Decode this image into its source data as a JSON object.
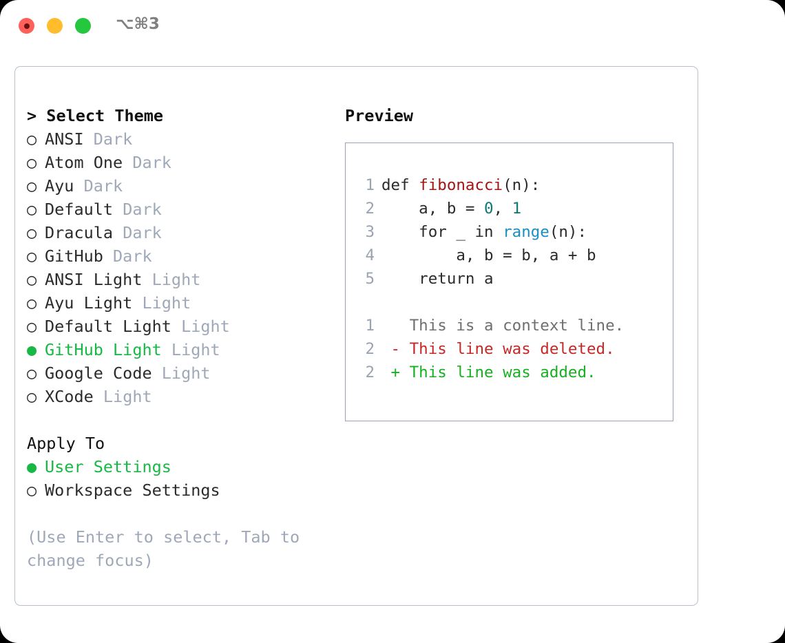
{
  "titlebar": {
    "shortcut": "⌥⌘3",
    "dots": [
      {
        "name": "close",
        "color": "#ff6059"
      },
      {
        "name": "minimize",
        "color": "#ffbd2e"
      },
      {
        "name": "maximize",
        "color": "#25c73f"
      }
    ]
  },
  "theme_picker": {
    "heading": "> Select Theme",
    "marker_selected": "●",
    "marker_unselected": "○",
    "items": [
      {
        "name": "ANSI",
        "variant": "Dark",
        "selected": false
      },
      {
        "name": "Atom One",
        "variant": "Dark",
        "selected": false
      },
      {
        "name": "Ayu",
        "variant": "Dark",
        "selected": false
      },
      {
        "name": "Default",
        "variant": "Dark",
        "selected": false
      },
      {
        "name": "Dracula",
        "variant": "Dark",
        "selected": false
      },
      {
        "name": "GitHub",
        "variant": "Dark",
        "selected": false
      },
      {
        "name": "ANSI Light",
        "variant": "Light",
        "selected": false
      },
      {
        "name": "Ayu Light",
        "variant": "Light",
        "selected": false
      },
      {
        "name": "Default Light",
        "variant": "Light",
        "selected": false
      },
      {
        "name": "GitHub Light",
        "variant": "Light",
        "selected": true
      },
      {
        "name": "Google Code",
        "variant": "Light",
        "selected": false
      },
      {
        "name": "XCode",
        "variant": "Light",
        "selected": false
      }
    ]
  },
  "apply_to": {
    "heading": "Apply To",
    "options": [
      {
        "label": "User Settings",
        "selected": true
      },
      {
        "label": "Workspace Settings",
        "selected": false
      }
    ]
  },
  "hint": "(Use Enter to select, Tab to change focus)",
  "preview": {
    "heading": "Preview",
    "code_lines": [
      {
        "no": "1",
        "tokens": [
          {
            "t": "def ",
            "c": "plain"
          },
          {
            "t": "fibonacci",
            "c": "func"
          },
          {
            "t": "(n):",
            "c": "plain"
          }
        ]
      },
      {
        "no": "2",
        "tokens": [
          {
            "t": "    a, b = ",
            "c": "plain"
          },
          {
            "t": "0",
            "c": "num"
          },
          {
            "t": ", ",
            "c": "plain"
          },
          {
            "t": "1",
            "c": "num"
          }
        ]
      },
      {
        "no": "3",
        "tokens": [
          {
            "t": "    for _ in ",
            "c": "plain"
          },
          {
            "t": "range",
            "c": "call"
          },
          {
            "t": "(n):",
            "c": "plain"
          }
        ]
      },
      {
        "no": "4",
        "tokens": [
          {
            "t": "        a, b = b, a + b",
            "c": "plain"
          }
        ]
      },
      {
        "no": "5",
        "tokens": [
          {
            "t": "    return a",
            "c": "plain"
          }
        ]
      }
    ],
    "diff_lines": [
      {
        "no": "1",
        "marker": " ",
        "text": "This is a context line.",
        "kind": "context"
      },
      {
        "no": "2",
        "marker": "-",
        "text": "This line was deleted.",
        "kind": "del"
      },
      {
        "no": "2",
        "marker": "+",
        "text": "This line was added.",
        "kind": "add"
      }
    ]
  },
  "colors": {
    "accent_green": "#18b845",
    "muted": "#9fa8b8",
    "panel_border": "#b8c0cc",
    "preview_border": "#98a2b3",
    "diff_add": "#16b020",
    "diff_del": "#c62828",
    "token_func": "#a31515",
    "token_num": "#0f7a75",
    "token_call": "#1a8fc4"
  }
}
